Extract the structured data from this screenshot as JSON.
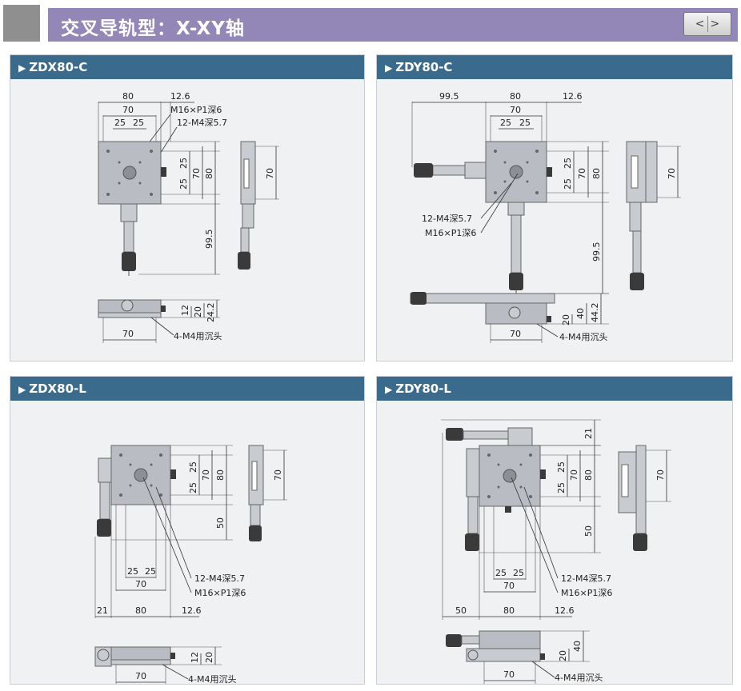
{
  "header": {
    "title": "交叉导轨型：X-XY轴",
    "nav_prev": "<",
    "nav_next": ">"
  },
  "panels": [
    {
      "id": "zdx80c",
      "title": "ZDX80-C",
      "dims": {
        "d80": "80",
        "d12_6": "12.6",
        "d70": "70",
        "d25a": "25",
        "d25b": "25",
        "m16": "M16×P1深6",
        "m4": "12-M4深5.7",
        "v25a": "25",
        "v25b": "25",
        "v70": "70",
        "v80": "80",
        "v99_5": "99.5",
        "side70": "70",
        "h12": "12",
        "h20": "20",
        "h24_2": "24.2",
        "bottom70": "70",
        "sink": "4-M4用沉头"
      }
    },
    {
      "id": "zdy80c",
      "title": "ZDY80-C",
      "dims": {
        "d99_5": "99.5",
        "d80": "80",
        "d12_6": "12.6",
        "d70": "70",
        "d25a": "25",
        "d25b": "25",
        "v25a": "25",
        "v25b": "25",
        "v70": "70",
        "v80": "80",
        "v99_5": "99.5",
        "side70": "70",
        "m4": "12-M4深5.7",
        "m16": "M16×P1深6",
        "h20": "20",
        "h40": "40",
        "h44_2": "44.2",
        "bottom70": "70",
        "sink": "4-M4用沉头"
      }
    },
    {
      "id": "zdx80l",
      "title": "ZDX80-L",
      "dims": {
        "v25a": "25",
        "v25b": "25",
        "v70": "70",
        "v80": "80",
        "v50": "50",
        "side70": "70",
        "d25a": "25",
        "d25b": "25",
        "d70": "70",
        "d21": "21",
        "d80": "80",
        "d12_6": "12.6",
        "m4": "12-M4深5.7",
        "m16": "M16×P1深6",
        "h12": "12",
        "h20": "20",
        "bottom70": "70",
        "sink": "4-M4用沉头"
      }
    },
    {
      "id": "zdy80l",
      "title": "ZDY80-L",
      "dims": {
        "v21": "21",
        "v25a": "25",
        "v25b": "25",
        "v70": "70",
        "v80": "80",
        "v50": "50",
        "side70": "70",
        "d25a": "25",
        "d25b": "25",
        "d70": "70",
        "d50": "50",
        "d80": "80",
        "d12_6": "12.6",
        "m4": "12-M4深5.7",
        "m16": "M16×P1深6",
        "h20": "20",
        "h40": "40",
        "bottom70": "70",
        "sink": "4-M4用沉头"
      }
    }
  ]
}
